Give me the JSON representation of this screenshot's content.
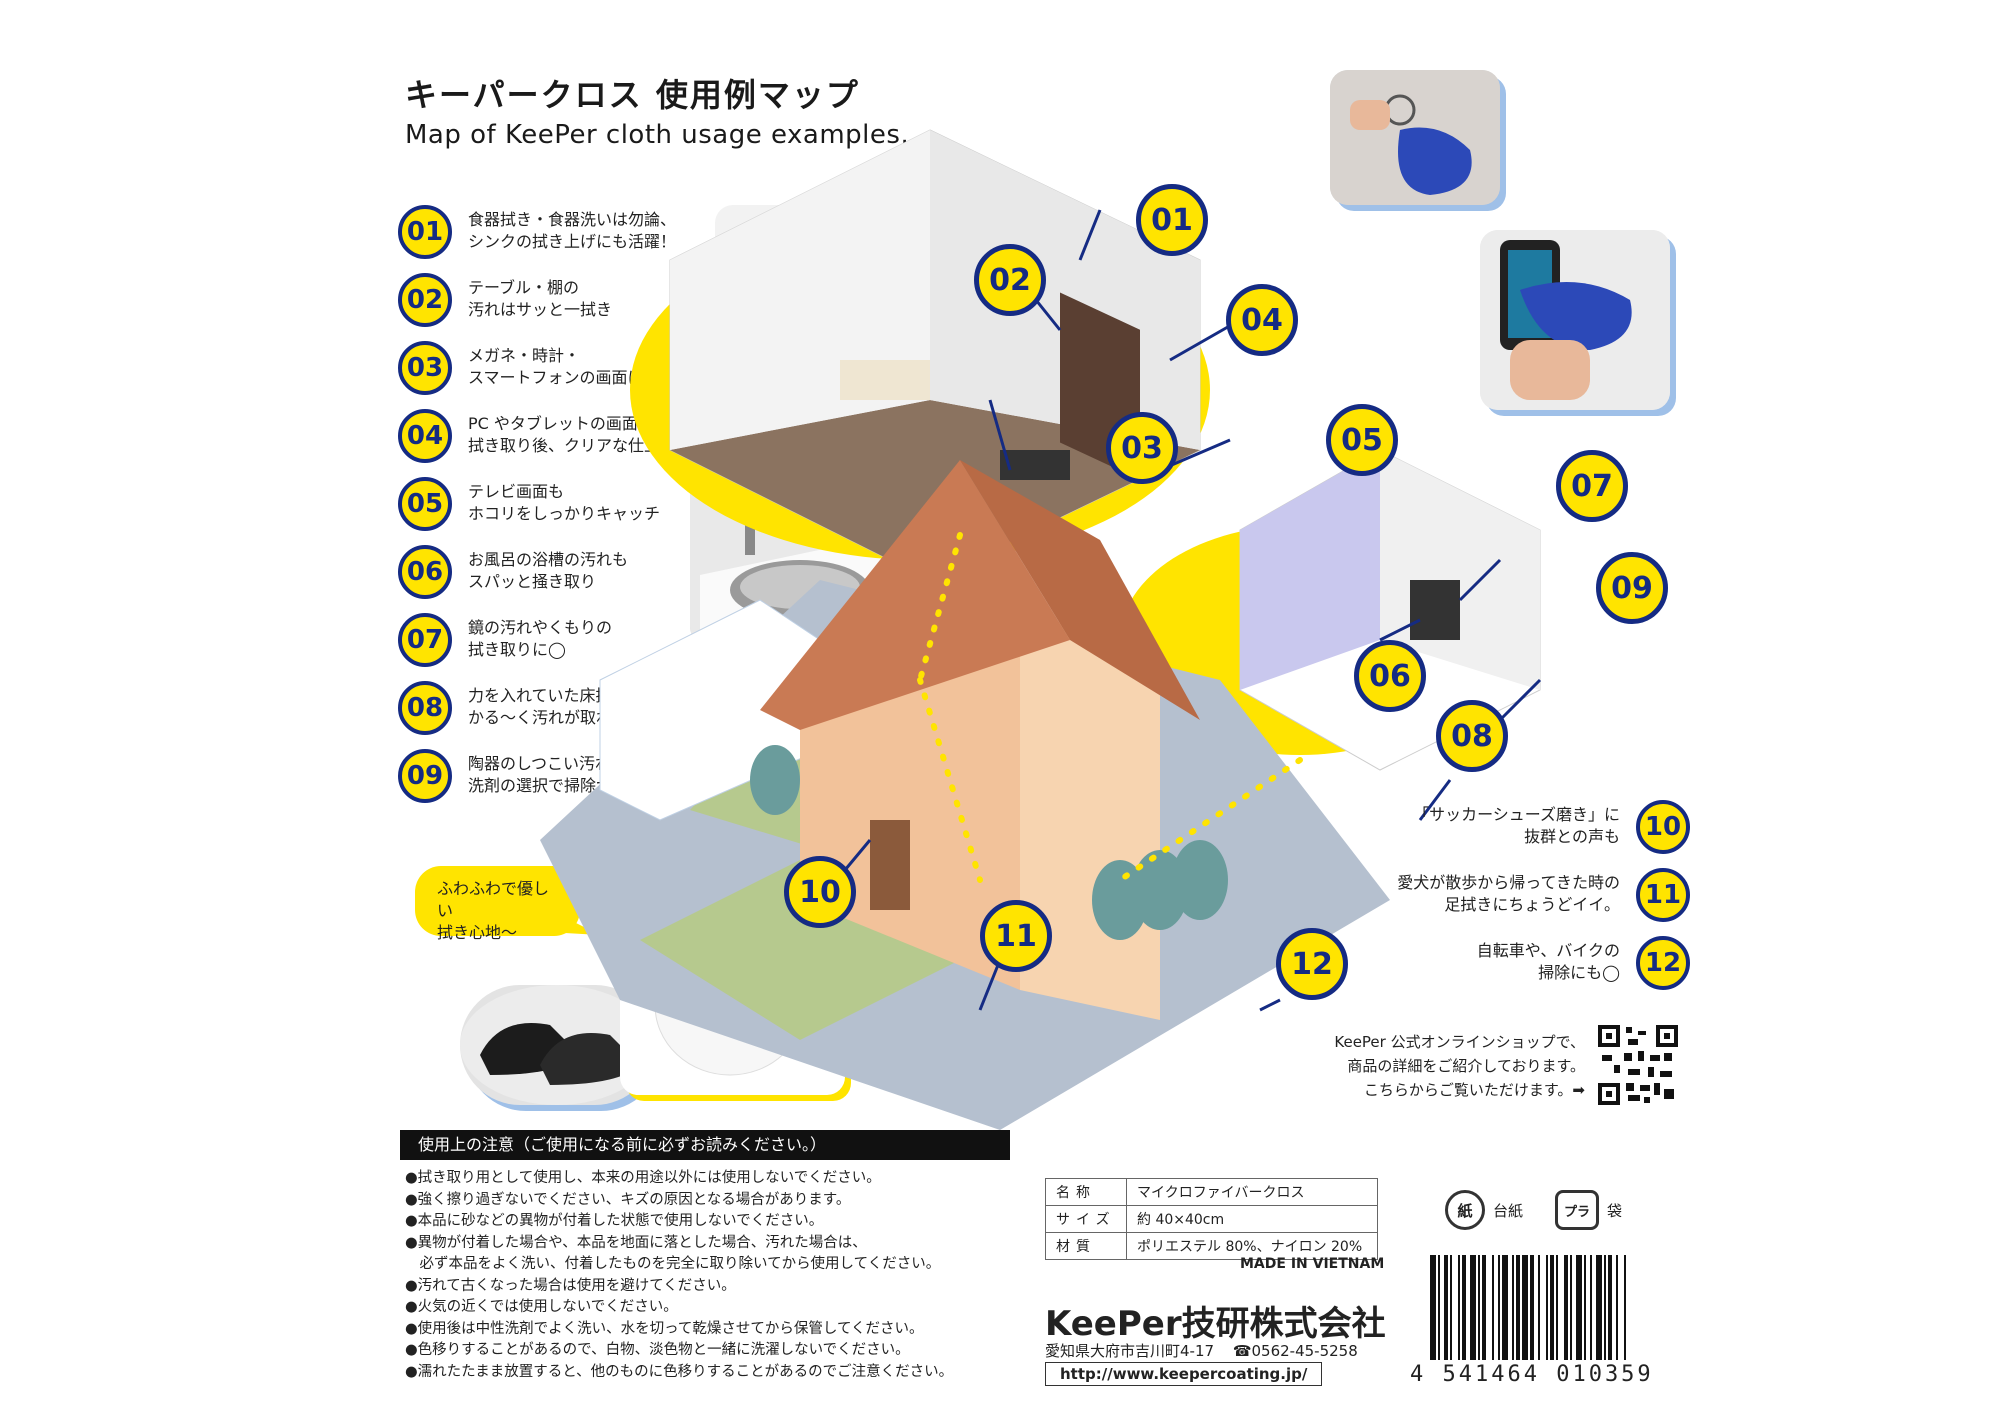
{
  "title": {
    "ja": "キーパークロス 使用例マップ",
    "en": "Map of KeePer cloth usage examples."
  },
  "usage_left": [
    {
      "num": "01",
      "line1": "食器拭き・食器洗いは勿論、",
      "line2": "シンクの拭き上げにも活躍！"
    },
    {
      "num": "02",
      "line1": "テーブル・棚の",
      "line2": "汚れはサッと一拭き"
    },
    {
      "num": "03",
      "line1": "メガネ・時計・",
      "line2": "スマートフォンの画面に◯"
    },
    {
      "num": "04",
      "line1": "PC やタブレットの画面も",
      "line2": "拭き取り後、クリアな仕上がり"
    },
    {
      "num": "05",
      "line1": "テレビ画面も",
      "line2": "ホコリをしっかりキャッチ"
    },
    {
      "num": "06",
      "line1": "お風呂の浴槽の汚れも",
      "line2": "スパッと掻き取り"
    },
    {
      "num": "07",
      "line1": "鏡の汚れやくもりの",
      "line2": "拭き取りに◯"
    },
    {
      "num": "08",
      "line1": "力を入れていた床拭きも",
      "line2": "かる～く汚れが取れます"
    },
    {
      "num": "09",
      "line1": "陶器のしつこい汚れも、",
      "line2": "洗剤の選択で掃除が楽に"
    }
  ],
  "usage_right": [
    {
      "num": "10",
      "line1": "「サッカーシューズ磨き」に",
      "line2": "抜群との声も"
    },
    {
      "num": "11",
      "line1": "愛犬が散歩から帰ってきた時の",
      "line2": "足拭きにちょうどイイ。"
    },
    {
      "num": "12",
      "line1": "自転車や、バイクの",
      "line2": "掃除にも◯"
    }
  ],
  "map_pins": [
    "01",
    "02",
    "03",
    "04",
    "05",
    "06",
    "07",
    "08",
    "09",
    "10",
    "11",
    "12"
  ],
  "bubble": {
    "line1": "ふわふわで優しい",
    "line2": "拭き心地～"
  },
  "shop": {
    "line1": "KeePer 公式オンラインショップで、",
    "line2": "商品の詳細をご紹介しております。",
    "line3": "こちらからご覧いただけます。➡"
  },
  "caution": {
    "heading": "使用上の注意（ご使用になる前に必ずお読みください。）",
    "items": [
      "●拭き取り用として使用し、本来の用途以外には使用しないでください。",
      "●強く擦り過ぎないでください、キズの原因となる場合があります。",
      "●本品に砂などの異物が付着した状態で使用しないでください。",
      "●異物が付着した場合や、本品を地面に落とした場合、汚れた場合は、",
      "　必ず本品をよく洗い、付着したものを完全に取り除いてから使用してください。",
      "●汚れて古くなった場合は使用を避けてください。",
      "●火気の近くでは使用しないでください。",
      "●使用後は中性洗剤でよく洗い、水を切って乾燥させてから保管してください。",
      "●色移りすることがあるので、白物、淡色物と一緒に洗濯しないでください。",
      "●濡れたたまま放置すると、他のものに色移りすることがあるのでご注意ください。"
    ]
  },
  "spec": [
    {
      "key": "名称",
      "value": "マイクロファイバークロス"
    },
    {
      "key": "サイズ",
      "value": "約 40×40cm"
    },
    {
      "key": "材質",
      "value": "ポリエステル 80%、ナイロン 20%"
    }
  ],
  "made_in": "MADE IN VIETNAM",
  "company": {
    "name": "KeePer技研株式会社",
    "address": "愛知県大府市吉川町4-17",
    "phone": "☎0562-45-5258",
    "url": "http://www.keepercoating.jp/"
  },
  "recycle": {
    "paper_mark": "紙",
    "paper_label": "台紙",
    "plastic_mark": "プラ",
    "plastic_label": "袋"
  },
  "barcode": {
    "number": "4 541464 010359"
  },
  "colors": {
    "yellow": "#ffe400",
    "navy": "#152b83",
    "shadow": "#9fc0e8"
  }
}
